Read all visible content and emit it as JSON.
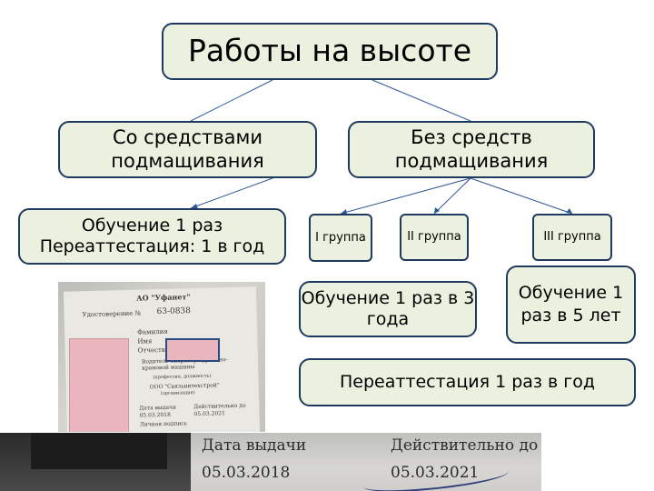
{
  "root": {
    "label": "Работы на высоте"
  },
  "branches": {
    "with_scaffolding": "Со средствами подмащивания",
    "without_scaffolding": "Без средств подмащивания"
  },
  "with_scaffolding_rule": {
    "line1": "Обучение 1 раз",
    "line2": "Переаттестация: 1 в год"
  },
  "groups": [
    {
      "label": "I группа"
    },
    {
      "label": "II группа"
    },
    {
      "label": "III группа"
    }
  ],
  "training_group_1_2": "Обучение 1 раз в 3 года",
  "training_group_3": "Обучение 1 раз в 5 лет",
  "recertification": "Переаттестация 1 раз в год",
  "certificate_photo": {
    "company": "АО \"Уфанет\"",
    "number_label": "Удостоверение №",
    "number": "63-0838",
    "surname_label": "Фамилия",
    "name_label": "Имя",
    "patronymic_label": "Отчество",
    "profession": "Водитель оператор бурильно-крановой машины",
    "profession_caption": "(профессия, должность)",
    "org": "ООО \"Связьинтехстрой\"",
    "org_caption": "(организация)",
    "issue_label": "Дата выдачи",
    "issue_date": "05.03.2018",
    "valid_label": "Действительно до",
    "valid_date": "05.03.2021",
    "signature_label": "Личная подпись"
  },
  "zoom_strip": {
    "issue_label": "Дата выдачи",
    "issue_date": "05.03.2018",
    "valid_label": "Действительно до",
    "valid_date": "05.03.2021"
  }
}
